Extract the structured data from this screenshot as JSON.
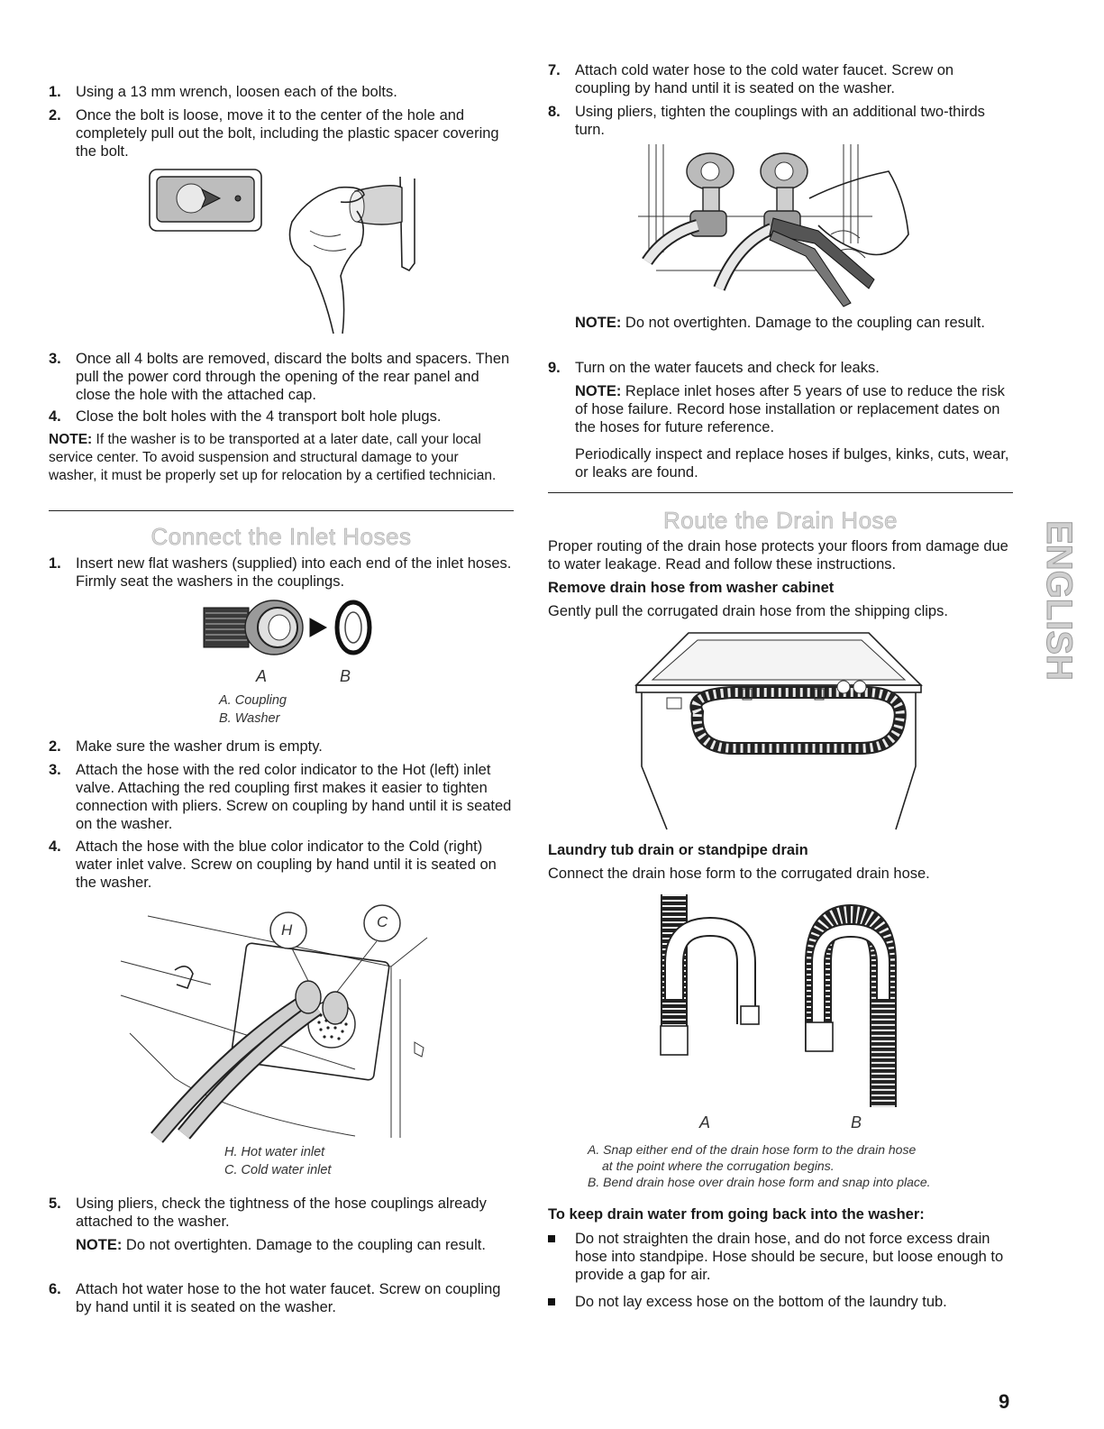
{
  "left": {
    "steps_top": [
      {
        "num": "1.",
        "text": "Using a 13 mm wrench, loosen each of the bolts."
      },
      {
        "num": "2.",
        "text": "Once the bolt is loose, move it to the center of the hole and completely pull out the bolt, including the plastic spacer covering the bolt."
      },
      {
        "num": "3.",
        "text": "Once all 4 bolts are removed, discard the bolts and spacers. Then pull the power cord through the opening of the rear panel and close the hole with the attached cap."
      },
      {
        "num": "4.",
        "text": "Close the bolt holes with the 4 transport bolt hole plugs."
      }
    ],
    "note1": {
      "label": "NOTE:",
      "text": " If the washer is to be transported at a later date, call your local service center. To avoid suspension and structural damage to your washer, it must be properly set up for relocation by a certified technician."
    },
    "heading": "Connect the Inlet Hoses",
    "steps_mid": [
      {
        "num": "1.",
        "text": "Insert new flat washers (supplied) into each end of the inlet hoses. Firmly seat the washers in the couplings."
      },
      {
        "num": "2.",
        "text": "Make sure the washer drum is empty."
      },
      {
        "num": "3.",
        "text": "Attach the hose with the red color indicator to the Hot (left) inlet valve. Attaching the red coupling first makes it easier to tighten connection with pliers. Screw on coupling by hand until it is seated on the washer."
      },
      {
        "num": "4.",
        "text": "Attach the hose with the blue color indicator to the Cold (right) water inlet valve. Screw on coupling by hand until it is seated on the washer."
      },
      {
        "num": "5.",
        "text": "Using pliers, check the tightness of the hose couplings already attached to the washer."
      },
      {
        "num": "6.",
        "text": "Attach hot water hose to the hot water faucet. Screw on coupling by hand until it is seated on the washer."
      }
    ],
    "coupling_letters": {
      "a": "A",
      "b": "B"
    },
    "coupling_captions": {
      "a": "A. Coupling",
      "b": "B. Washer"
    },
    "inlet_letters": {
      "h": "H",
      "c": "C"
    },
    "inlet_captions": {
      "h": "H. Hot water inlet",
      "c": "C. Cold water inlet"
    },
    "note2": {
      "label": "NOTE:",
      "text": " Do not overtighten. Damage to the coupling can result."
    }
  },
  "right": {
    "steps_top": [
      {
        "num": "7.",
        "text": "Attach cold water hose to the cold water faucet. Screw on coupling by hand until it is seated on the washer."
      },
      {
        "num": "8.",
        "text": "Using pliers, tighten the couplings with an additional two-thirds turn."
      }
    ],
    "note3": {
      "label": "NOTE:",
      "text": " Do not overtighten. Damage to the coupling can result."
    },
    "step9": {
      "num": "9.",
      "text": "Turn on the water faucets and check for leaks."
    },
    "note4": {
      "label": "NOTE:",
      "text": " Replace inlet hoses after 5 years of use to reduce the risk of hose failure. Record hose installation or replacement dates on the hoses for future reference."
    },
    "periodic": "Periodically inspect and replace hoses if bulges, kinks, cuts, wear, or leaks are found.",
    "heading": "Route the Drain Hose",
    "intro": "Proper routing of the drain hose protects your floors from damage due to water leakage. Read and follow these instructions.",
    "sub1": "Remove drain hose from washer cabinet",
    "sub1_text": "Gently pull the corrugated drain hose from the shipping clips.",
    "sub2": "Laundry tub drain or standpipe drain",
    "sub2_text": "Connect the drain hose form to the corrugated drain hose.",
    "drain_letters": {
      "a": "A",
      "b": "B"
    },
    "drain_captions": {
      "a1": "A. Snap either end of the drain hose form to the drain hose",
      "a2": "at the point where the corrugation begins.",
      "b": "B. Bend drain hose over drain hose form and snap into place."
    },
    "sub3": "To keep drain water from going back into the washer:",
    "bullets": [
      "Do not straighten the drain hose, and do not force excess drain hose into standpipe. Hose should be secure, but loose enough to provide a gap for air.",
      "Do not lay excess hose on the bottom of the laundry tub."
    ]
  },
  "side_tab": "ENGLISH",
  "page_number": "9"
}
